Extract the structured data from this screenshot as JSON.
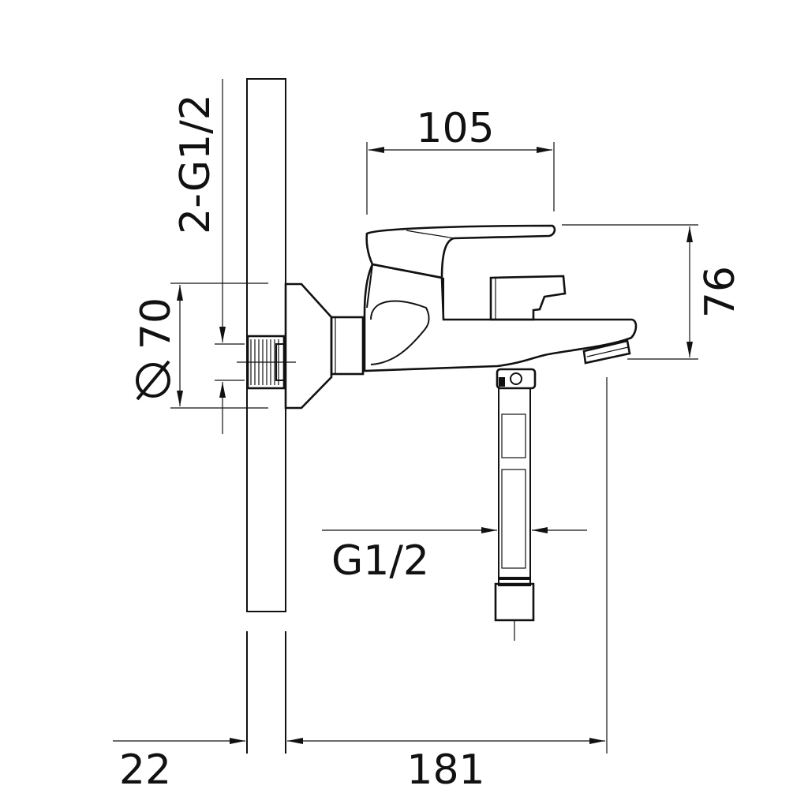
{
  "dimensions": {
    "top_width": "105",
    "height": "76",
    "wall_thread": "2-G1/2",
    "escutcheon_diameter": "70",
    "hose_thread": "G1/2",
    "wall_depth": "22",
    "projection": "181"
  },
  "colors": {
    "line": "#111111",
    "background": "#ffffff"
  }
}
